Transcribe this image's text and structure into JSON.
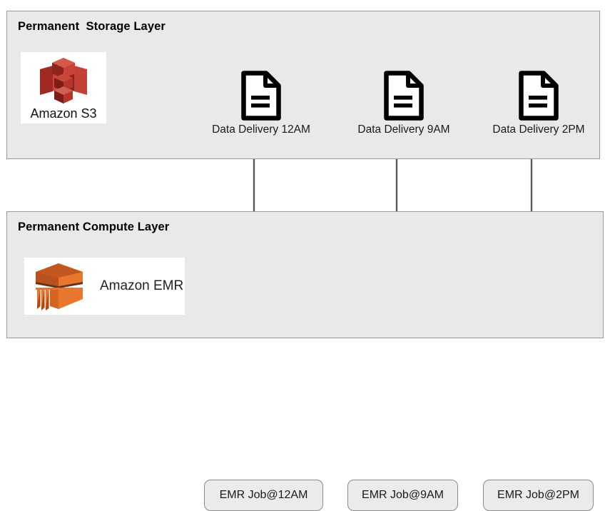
{
  "diagram": {
    "title_storage": "Permanent  Storage Layer",
    "title_compute": "Permanent Compute Layer",
    "colors": {
      "layer_fill": "#e9e9e9",
      "layer_border": "#9a9a9a",
      "arrow": "#595959",
      "s3_red": "#b5312a",
      "emr_orange": "#e8762c",
      "doc_black": "#000000",
      "job_fill": "#ebebeb",
      "job_border": "#8c8c8c",
      "page_background": "#ffffff"
    }
  },
  "storage_layer": {
    "title": "Permanent  Storage Layer",
    "service": {
      "name": "Amazon S3",
      "icon": "amazon-s3-icon"
    },
    "deliveries": [
      {
        "label": "Data Delivery 12AM",
        "icon": "document-icon"
      },
      {
        "label": "Data Delivery 9AM",
        "icon": "document-icon"
      },
      {
        "label": "Data Delivery 2PM",
        "icon": "document-icon"
      }
    ]
  },
  "compute_layer": {
    "title": "Permanent Compute Layer",
    "service": {
      "name": "Amazon EMR",
      "icon": "amazon-emr-icon"
    },
    "jobs": [
      {
        "label": "EMR Job@12AM"
      },
      {
        "label": "EMR Job@9AM"
      },
      {
        "label": "EMR Job@2PM"
      }
    ]
  },
  "connections": [
    {
      "from": "EMR Job@12AM",
      "to": "Data Delivery 12AM",
      "direction": "up"
    },
    {
      "from": "EMR Job@9AM",
      "to": "Data Delivery 9AM",
      "direction": "up"
    },
    {
      "from": "EMR Job@2PM",
      "to": "Data Delivery 2PM",
      "direction": "up"
    }
  ]
}
